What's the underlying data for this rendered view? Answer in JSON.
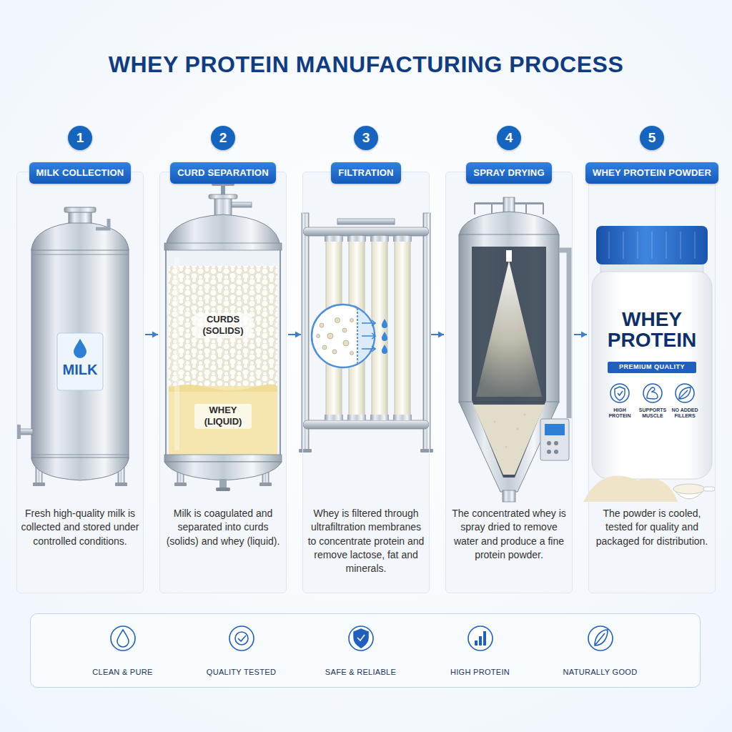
{
  "diagram": {
    "title": "WHEY PROTEIN MANUFACTURING PROCESS",
    "nodes": [
      {
        "text": [
          "1"
        ]
      },
      {
        "text": [
          "Fresh high-quality milk is collected and stored under controlled conditions."
        ]
      },
      {
        "text": [
          "MILK COLLECTION"
        ],
        "in": 1
      },
      {
        "text": [
          "2"
        ]
      },
      {
        "text": [
          "Milk is coagulated and separated into curds (solids) and whey (liquid)."
        ]
      },
      {
        "text": [
          "CURD SEPARATION"
        ],
        "in": 4
      },
      {
        "text": [
          "3"
        ]
      },
      {
        "text": [
          "Whey is filtered through ultrafiltration membranes to concentrate protein and remove lactose, fat and minerals."
        ]
      },
      {
        "text": [
          "FILTRATION"
        ],
        "in": 7
      },
      {
        "text": [
          "4"
        ]
      },
      {
        "text": [
          "The concentrated whey is spray dried to remove water and produce a fine protein powder."
        ]
      },
      {
        "text": [
          "SPRAY DRYING"
        ],
        "in": 10
      },
      {
        "text": [
          "5"
        ]
      },
      {
        "text": [
          "The powder is cooled, tested for quality and packaged for distribution."
        ]
      },
      {
        "text": [
          "WHEY PROTEIN POWDER"
        ],
        "in": 13
      },
      {
        "text": [
          "CLEAN & PURE",
          "QUALITY TESTED",
          "SAFE & RELIABLE",
          "HIGH PROTEIN",
          "NATURALLY GOOD"
        ]
      }
    ],
    "edges": [
      {
        "from": 1,
        "to": 4,
        "arrow": "to"
      },
      {
        "from": 4,
        "to": 7,
        "arrow": "to"
      },
      {
        "from": 7,
        "to": 10,
        "arrow": "to"
      },
      {
        "from": 10,
        "to": 13,
        "arrow": "to"
      }
    ],
    "labels": [
      "MILK",
      "CURDS (SOLIDS)",
      "WHEY (LIQUID)",
      "WHEY PROTEIN",
      "PREMIUM QUALITY",
      "HIGH PROTEIN",
      "SUPPORTS MUSCLE",
      "NO ADDED FILLERS"
    ]
  }
}
